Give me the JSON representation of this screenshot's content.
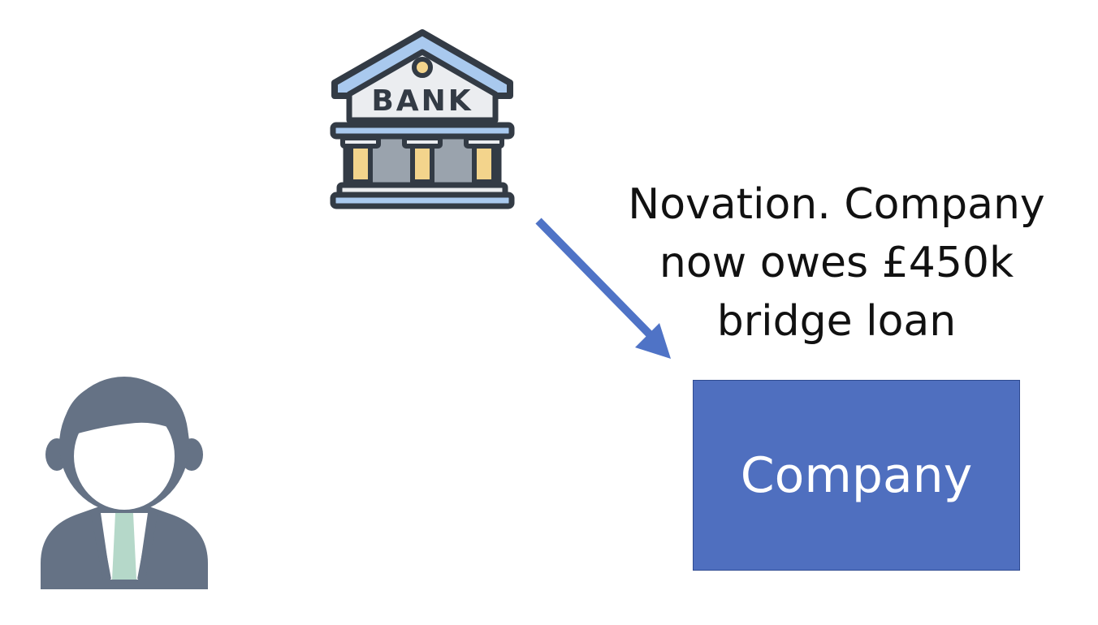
{
  "bank": {
    "sign_text": "BANK"
  },
  "novation_label": {
    "lines": [
      "Novation. Company",
      "now owes £450k",
      "bridge loan"
    ]
  },
  "company": {
    "label": "Company"
  },
  "colors": {
    "accent_blue": "#4f6fbf",
    "roof_blue": "#a9c9ee",
    "column_gold": "#f3d48c",
    "person_gray": "#657285",
    "tie_green": "#b5d8c9",
    "outline": "#333b45"
  },
  "icons": [
    "bank-icon",
    "person-icon",
    "arrow-icon"
  ]
}
